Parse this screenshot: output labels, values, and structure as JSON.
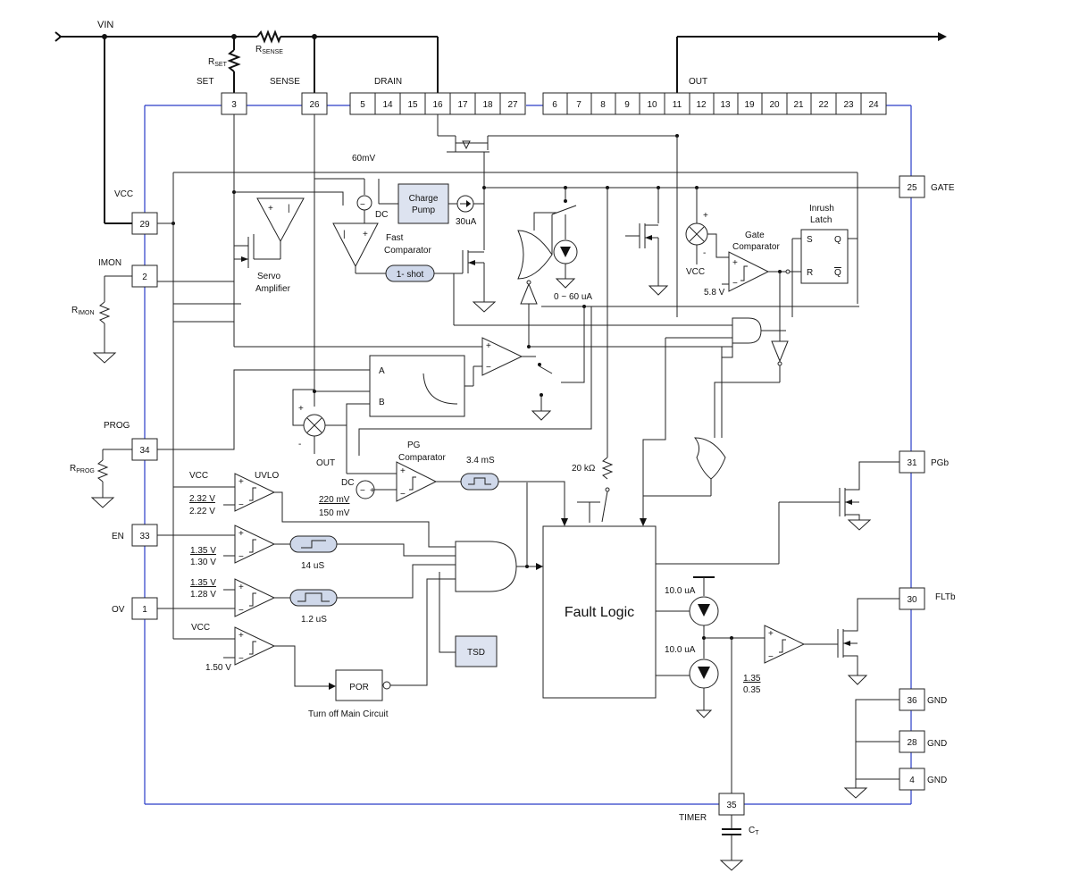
{
  "pins": {
    "top_set": "3",
    "top_sense": "26",
    "drain": [
      "5",
      "14",
      "15",
      "16",
      "17",
      "18",
      "27"
    ],
    "out": [
      "6",
      "7",
      "8",
      "9",
      "10",
      "11",
      "12",
      "13",
      "19",
      "20",
      "21",
      "22",
      "23",
      "24"
    ],
    "vcc": "29",
    "imon": "2",
    "prog": "34",
    "en": "33",
    "ov": "1",
    "gate": "25",
    "pgb": "31",
    "fltb": "30",
    "gnd1": "36",
    "gnd2": "28",
    "gnd3": "4",
    "timer": "35"
  },
  "labels": {
    "vin": "VIN",
    "set": "SET",
    "sense": "SENSE",
    "drain": "DRAIN",
    "out": "OUT",
    "vcc": "VCC",
    "imon": "IMON",
    "prog": "PROG",
    "en": "EN",
    "ov": "OV",
    "gate": "GATE",
    "pgb": "PGb",
    "fltb": "FLTb",
    "gnd": "GND",
    "timer": "TIMER",
    "rset": "R",
    "rset_sub": "SET",
    "rsense": "R",
    "rsense_sub": "SENSE",
    "rimon": "R",
    "rimon_sub": "IMON",
    "rprog": "R",
    "rprog_sub": "PROG",
    "ct": "C",
    "ct_sub": "T"
  },
  "blocks": {
    "charge_pump_1": "Charge",
    "charge_pump_2": "Pump",
    "one_shot": "1- shot",
    "fault_logic": "Fault Logic",
    "tsd": "TSD",
    "por": "POR",
    "turn_off": "Turn off Main Circuit",
    "servo_1": "Servo",
    "servo_2": "Amplifier",
    "fast_comp_1": "Fast",
    "fast_comp_2": "Comparator",
    "gate_comp_1": "Gate",
    "gate_comp_2": "Comparator",
    "inrush_1": "Inrush",
    "inrush_2": "Latch",
    "pg_comp_1": "PG",
    "pg_comp_2": "Comparator",
    "uvlo": "UVLO",
    "latch_s": "S",
    "latch_q": "Q",
    "latch_r": "R",
    "latch_qb": "Q",
    "mux_a": "A",
    "mux_b": "B"
  },
  "values": {
    "v60mv": "60mV",
    "dc1": "DC",
    "i30ua": "30uA",
    "i0_60": "0 ~ 60 uA",
    "vcc_g": "VCC",
    "v58": "5.8 V",
    "out_lbl": "OUT",
    "dc2": "DC",
    "v220": "220 mV",
    "v150": "150 mV",
    "t34ms": "3.4 mS",
    "r20k": "20 kΩ",
    "vcc_uvlo": "VCC",
    "v232": "2.32 V",
    "v222": "2.22 V",
    "v135a": "1.35 V",
    "v130": "1.30 V",
    "t14us": "14 uS",
    "v135b": "1.35 V",
    "v128": "1.28 V",
    "t12us": "1.2 uS",
    "vcc_por": "VCC",
    "v150v": "1.50 V",
    "i10a": "10.0 uA",
    "i10b": "10.0 uA",
    "v135c": "1.35",
    "v035": "0.35"
  }
}
